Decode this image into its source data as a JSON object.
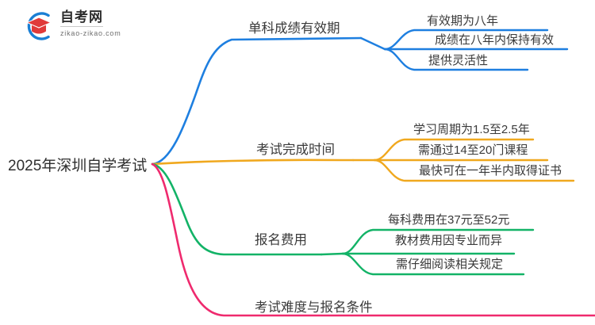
{
  "logo": {
    "name": "zikao-logo",
    "title": "自考网",
    "subtitle": "zikao-zikao.com",
    "arc_color": "#1a7fd4",
    "cap_color": "#e03a3a"
  },
  "mindmap": {
    "root": {
      "label": "2025年深圳自学考试"
    },
    "colors": {
      "blue": "#1e7fe0",
      "orange": "#f0a81e",
      "green": "#13b367",
      "pink": "#ef2a6e"
    },
    "branches": [
      {
        "label": "单科成绩有效期",
        "color_key": "blue",
        "color": "#1e7fe0",
        "leaves": [
          {
            "label": "有效期为八年"
          },
          {
            "label": "成绩在八年内保持有效"
          },
          {
            "label": "提供灵活性"
          }
        ]
      },
      {
        "label": "考试完成时间",
        "color_key": "orange",
        "color": "#f0a81e",
        "leaves": [
          {
            "label": "学习周期为1.5至2.5年"
          },
          {
            "label": "需通过14至20门课程"
          },
          {
            "label": "最快可在一年半内取得证书"
          }
        ]
      },
      {
        "label": "报名费用",
        "color_key": "green",
        "color": "#13b367",
        "leaves": [
          {
            "label": "每科费用在37元至52元"
          },
          {
            "label": "教材费用因专业而异"
          },
          {
            "label": "需仔细阅读相关规定"
          }
        ]
      },
      {
        "label": "考试难度与报名条件",
        "color_key": "pink",
        "color": "#ef2a6e",
        "leaves": []
      }
    ]
  }
}
